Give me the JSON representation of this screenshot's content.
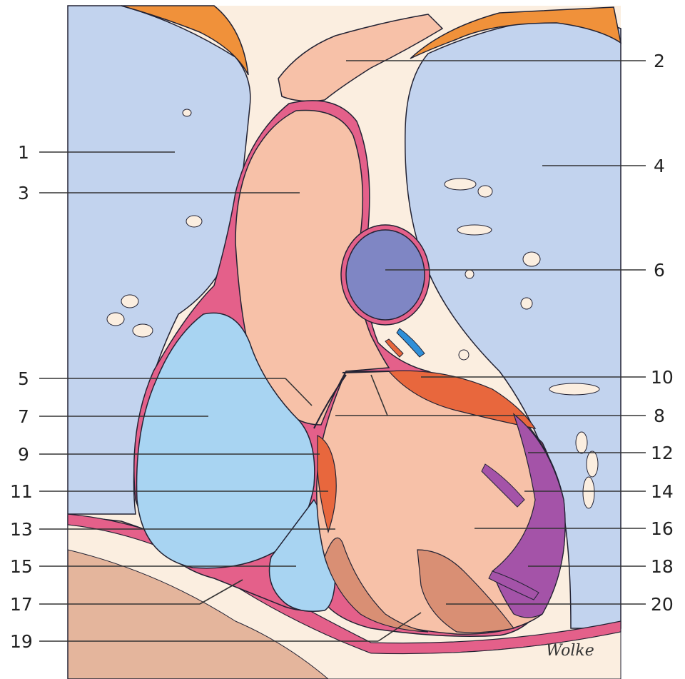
{
  "labels": {
    "l1": "1",
    "l2": "2",
    "l3": "3",
    "l4": "4",
    "l5": "5",
    "l6": "6",
    "l7": "7",
    "l8": "8",
    "l9": "9",
    "l10": "10",
    "l11": "11",
    "l12": "12",
    "l13": "13",
    "l14": "14",
    "l15": "15",
    "l16": "16",
    "l17": "17",
    "l18": "18",
    "l19": "19",
    "l20": "20"
  },
  "signature": "Wolke",
  "colors": {
    "lung": "#c2d3ee",
    "fat": "#fbeee0",
    "heart_tissue": "#f7c1a8",
    "pericardium": "#e4608a",
    "atrium_blood": "#a8d4f2",
    "descending_aorta": "#7f86c4",
    "muscle_orange": "#e8673d",
    "papillary_purple": "#a453a8",
    "diaphragm_liver": "#e4b59c",
    "clavicle_orange": "#f0913a",
    "papillary_brown": "#d98f74"
  }
}
